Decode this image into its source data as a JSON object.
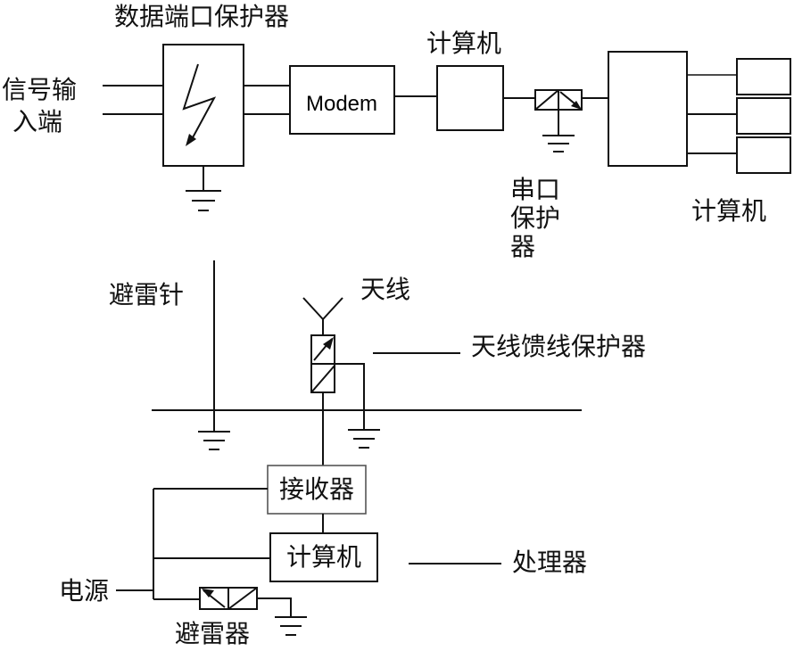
{
  "labels": {
    "data_port_protector": "数据端口保护器",
    "signal_input_line1": "信号输",
    "signal_input_line2": "入端",
    "modem": "Modem",
    "computer_top": "计算机",
    "serial_protector_line1": "串口",
    "serial_protector_line2": "保护",
    "serial_protector_line3": "器",
    "computer_right": "计算机",
    "lightning_rod": "避雷针",
    "antenna": "天线",
    "antenna_feeder_protector": "天线馈线保护器",
    "receiver": "接收器",
    "computer_bottom": "计算机",
    "processor": "处理器",
    "power_supply": "电源",
    "arrester": "避雷器"
  },
  "colors": {
    "line": "#111111",
    "faint_line": "#555555",
    "background": "#ffffff"
  }
}
